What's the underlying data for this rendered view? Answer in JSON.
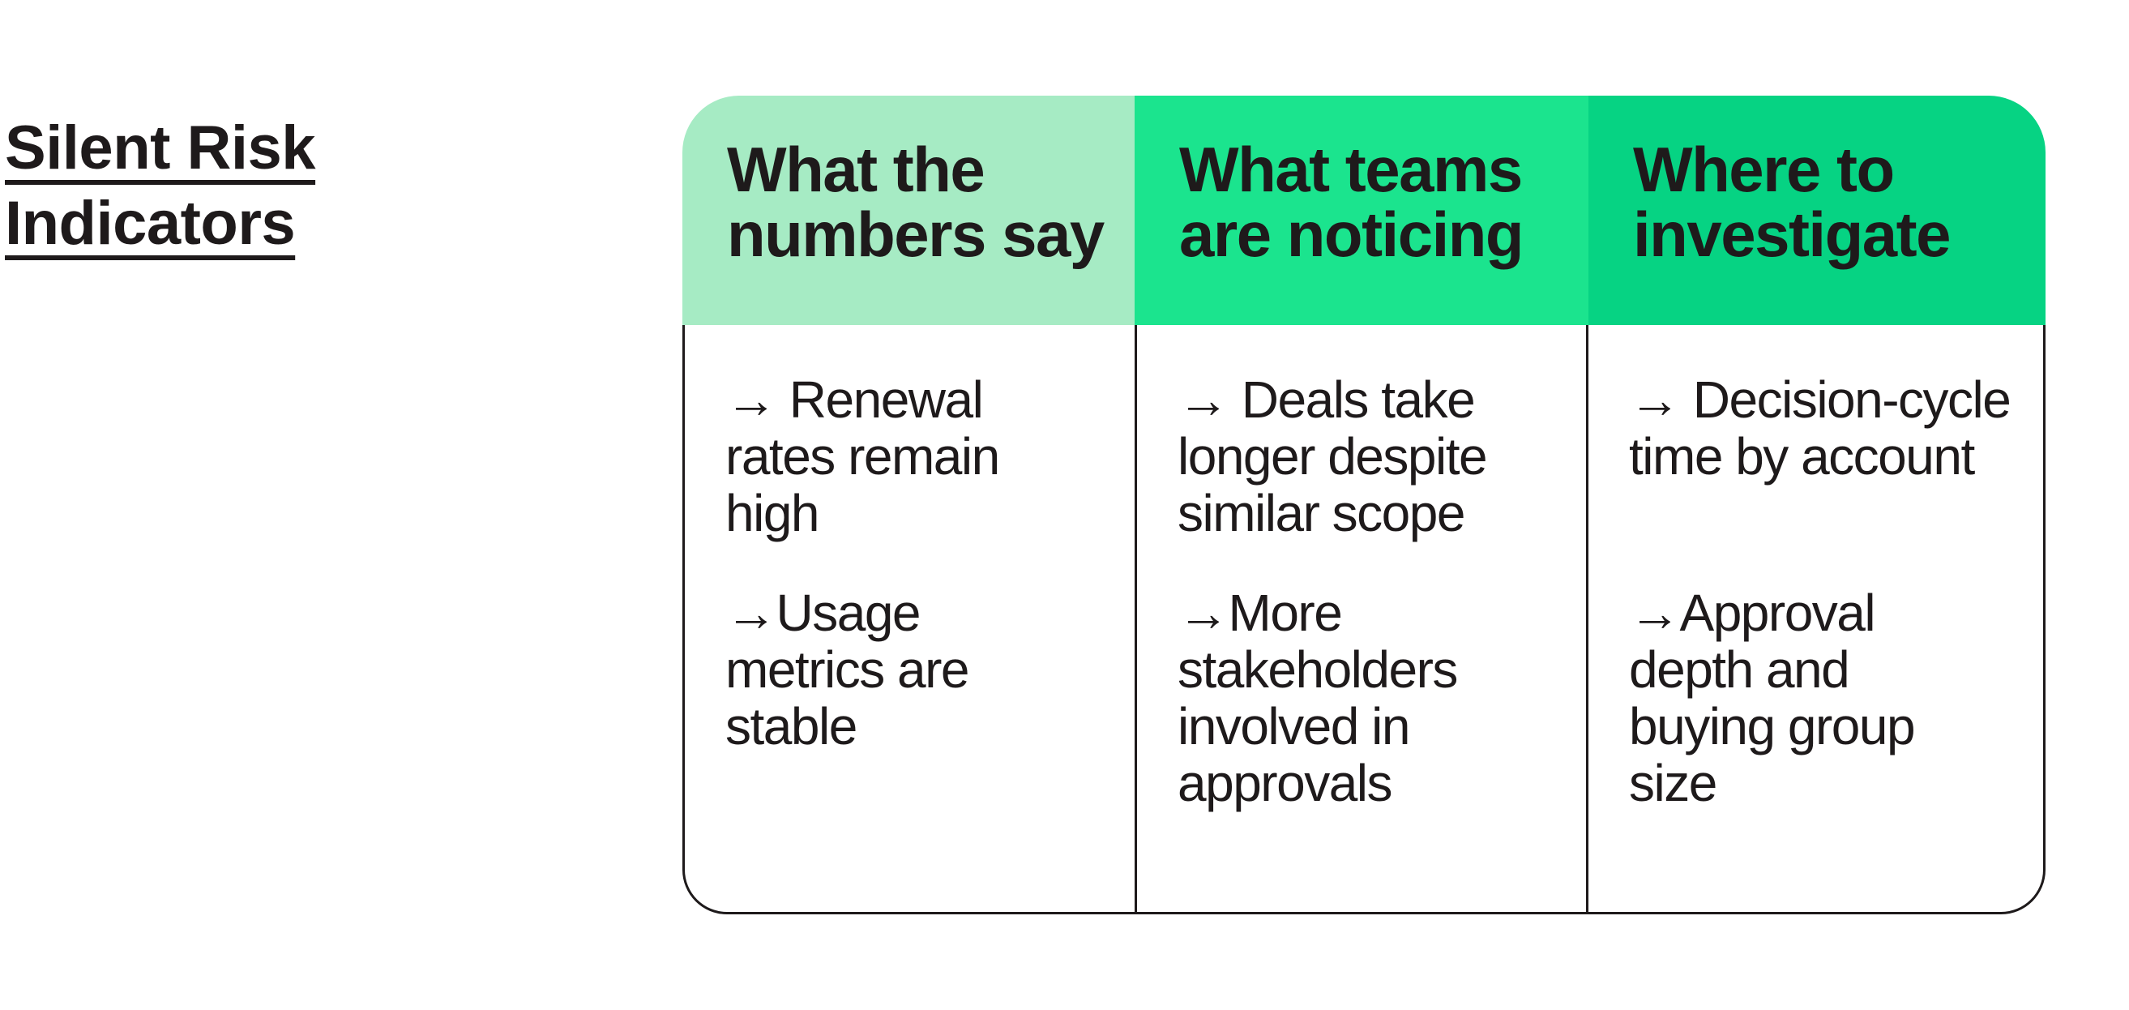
{
  "page": {
    "background": "#ffffff",
    "text_color": "#1E1A1B"
  },
  "title": {
    "text": "Silent Risk\nIndicators"
  },
  "table": {
    "border_color": "#1E1A1B",
    "columns": [
      {
        "header": "What the\nnumbers say",
        "header_bg": "#A6EBC4",
        "items": [
          "→ Renewal\nrates remain\nhigh",
          "→Usage\nmetrics are\nstable"
        ]
      },
      {
        "header": "What teams\nare noticing",
        "header_bg": "#1BE48E",
        "items": [
          "→ Deals take\nlonger despite\nsimilar scope",
          "→More\nstakeholders\ninvolved in\napprovals"
        ]
      },
      {
        "header": "Where to\ninvestigate",
        "header_bg": "#06D383",
        "items": [
          "→ Decision-cycle\ntime by account",
          "→Approval\ndepth and\nbuying group\nsize"
        ]
      }
    ]
  }
}
